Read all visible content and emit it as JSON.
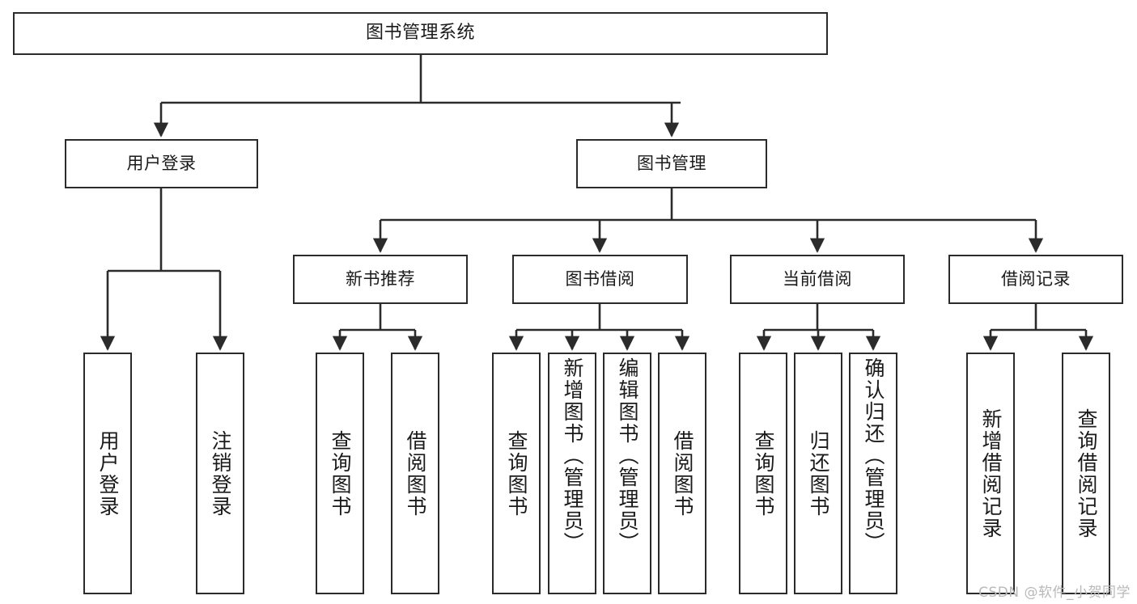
{
  "diagram": {
    "title": "图书管理系统",
    "type": "tree",
    "colors": {
      "box_border": "#2b2b2b",
      "box_fill": "#ffffff",
      "edge": "#2b2b2b",
      "text": "#1a1a1a",
      "watermark": "#b9b9b9",
      "background": "#ffffff"
    },
    "root": {
      "label": "图书管理系统"
    },
    "level2": [
      {
        "label": "用户登录"
      },
      {
        "label": "图书管理"
      }
    ],
    "level3": [
      {
        "label": "新书推荐"
      },
      {
        "label": "图书借阅"
      },
      {
        "label": "当前借阅"
      },
      {
        "label": "借阅记录"
      }
    ],
    "leaves": {
      "user_login": [
        {
          "label": "用户登录"
        },
        {
          "label": "注销登录"
        }
      ],
      "new_book_recommend": [
        {
          "label": "查询图书"
        },
        {
          "label": "借阅图书"
        }
      ],
      "book_borrow": [
        {
          "label": "查询图书"
        },
        {
          "label": "新增图书（管理员）"
        },
        {
          "label": "编辑图书（管理员）"
        },
        {
          "label": "借阅图书"
        }
      ],
      "current_borrow": [
        {
          "label": "查询图书"
        },
        {
          "label": "归还图书"
        },
        {
          "label": "确认归还（管理员）"
        }
      ],
      "borrow_records": [
        {
          "label": "新增借阅记录"
        },
        {
          "label": "查询借阅记录"
        }
      ]
    }
  },
  "watermark": {
    "text": "CSDN @软件_小贺同学"
  }
}
